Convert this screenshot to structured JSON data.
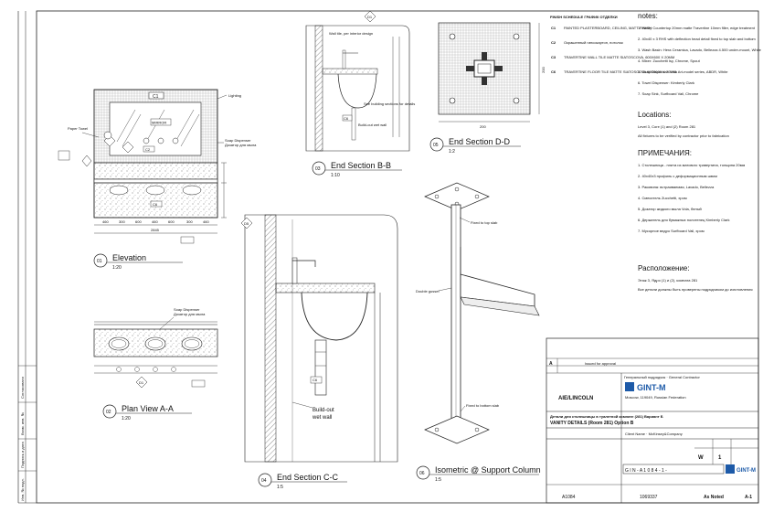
{
  "views": {
    "elevation": {
      "num": "01",
      "title": "Elevation",
      "scale": "1:20"
    },
    "plan": {
      "num": "02",
      "title": "Plan View A-A",
      "scale": "1:20"
    },
    "section_bb": {
      "num": "03",
      "title": "End Section B-B",
      "scale": "1:10"
    },
    "section_cc": {
      "num": "04",
      "title": "End Section C-C",
      "scale": "1:5"
    },
    "section_dd": {
      "num": "05",
      "title": "End Section D-D",
      "scale": "1:2"
    },
    "isometric": {
      "num": "06",
      "title": "Isometric @ Support Column",
      "scale": "1:5"
    }
  },
  "elevation_labels": {
    "mirror": "MIRROR",
    "c1": "C1",
    "c2": "C2",
    "c6": "C6",
    "paper_towel": "Paper Towel",
    "lighting": "Lighting",
    "soap_dispenser": "Soap Dispenser",
    "soap_ru": "Дозатор для мыла",
    "dims": [
      "460",
      "300",
      "600",
      "460",
      "600",
      "300",
      "460"
    ],
    "total": "2845",
    "tags": [
      "B",
      "C",
      "A",
      "A"
    ]
  },
  "plan_labels": {
    "soap": "Soap Dispenser",
    "soap_ru": "Дозатор для мыла",
    "tag": "D1",
    "circles": [
      "1",
      "2",
      "3",
      "4"
    ]
  },
  "bb_labels": {
    "l1": "Wall tile, per interior design",
    "l2": "Build-out wet wall",
    "l3": "See building sections for details",
    "c6": "C6",
    "d1": "D1"
  },
  "cc_labels": {
    "build_out": "Build-out",
    "wet_wall": "wet wall",
    "tag": "C6",
    "tag2": "D5"
  },
  "iso_labels": {
    "l1": "Fixed to top slab",
    "l2": "Double gusset",
    "l3": "Fixed to bottom slab"
  },
  "dd_labels": {
    "dim_w": "200",
    "dim_h": "200"
  },
  "schedule": {
    "header": "FINISH SCHEDULE  ГРАФИК ОТДЕЛКИ",
    "rows": [
      {
        "code": "C1",
        "text": "PAINTED PLASTERBOARD, CEILING, MATT FINISH"
      },
      {
        "code": "C2",
        "text": "Окрашенный гипсокартон, потолок"
      },
      {
        "code": "C3",
        "text": "TRAVERTINE WALL TILE MATTE SIATOSCOVA, 600X600 X 20MM"
      },
      {
        "code": "C6",
        "text": "TRAVERTINE FLOOR TILE MATTE SIATOSCOVA 600X600 X 20MM"
      }
    ]
  },
  "notes_title": "notes:",
  "notes": [
    "1. Vanity Countertop 20mm matte Travertine 10mm filler, edge treatment",
    "2. 40x40 x 3 RHS with deflection head detail fixed to top slab and bottom",
    "3. Wash Basin: Hera Ceramica, Lavado, Bellezza 4.500 under-mount, White",
    "4. Mixer: Zucchetti Isy, Chrome, Spout",
    "5. Soap Dispenser: Vola Art-model series, ABDR, White",
    "6. Towel Dispenser: Kimberly Clark",
    "7. Soap Sink, Surfboard Vail, Chrome"
  ],
  "locations_title": "Locations:",
  "locations": [
    "Level 3, Core (1) and (2) Room 281",
    "All fixtures to be verified by contractor prior to fabrication"
  ],
  "notes_ru_title": "ПРИМЕЧАНИЯ:",
  "notes_ru": [
    "1. Столешница - плита из матового травертина, толщина 20мм",
    "2. 40х40х3 профиль с деформационным швом",
    "3. Раковина: встраиваемая, Lavado, Bellezza",
    "4. Смеситель Zucchetti, хром",
    "5. Дозатор жидкого мыла Vola, белый",
    "6. Держатель для бумажных полотенец Kimberly Clark",
    "7. Мусорное ведро Surfboard Vail, хром"
  ],
  "loc_ru_title": "Расположение:",
  "loc_ru": [
    "Этаж 3, Ядро (1) и (2), комната 281",
    "Все детали должны быть проверены подрядчиком до изготовления"
  ],
  "title_block": {
    "firm": "AIE/LINCOLN",
    "contractor_brand": "GINT-M",
    "contractor_label": "Генеральный подрядчик · General Contractor",
    "contractor_addr": "Moscow, 119049, Russian Federation",
    "drawing_title_ru": "Детали для столешницы в туалетной комнате (281) Вариант Б",
    "drawing_title_en": "VANITY DETAILS (Room 281) Option B",
    "client": "Client Name · McKinsey&Company",
    "drawing_no_prefix": "G I N - A 1 0 8 4 - 1 -",
    "sheet_w": "W",
    "sheet_1": "1",
    "scale_label": "As Noted",
    "sheet_ref": "A-1",
    "drawing_code": "A1084",
    "date_code": "1069337",
    "rev_a": "A",
    "issue": "Issued for approval"
  },
  "side_labels": [
    "Инв. № подл.",
    "Подпись и дата",
    "Взам. инв. №",
    "Согласовано"
  ]
}
